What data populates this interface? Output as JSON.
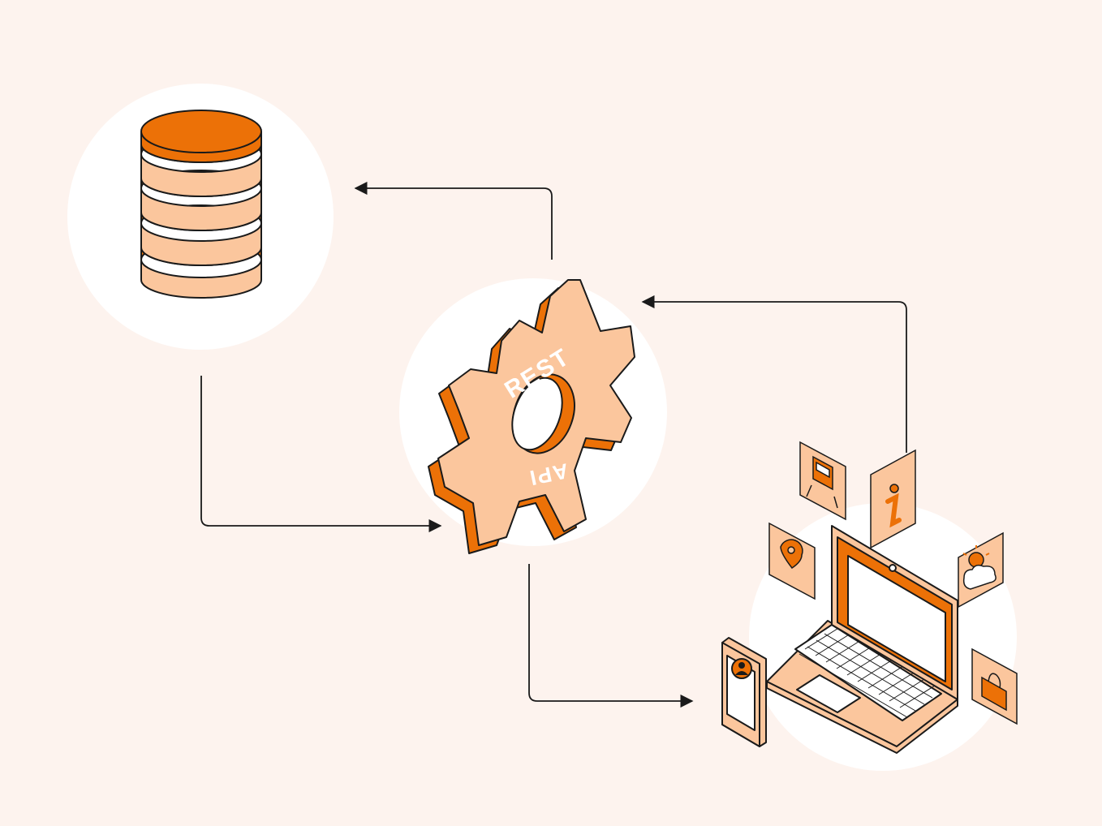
{
  "diagram": {
    "nodes": [
      {
        "id": "database",
        "icon": "database-icon"
      },
      {
        "id": "rest-api",
        "icon": "gear-icon",
        "label_top": "REST",
        "label_bottom": "API"
      },
      {
        "id": "clients",
        "icon": "laptop-icon"
      }
    ],
    "edges": [
      {
        "from": "rest-api",
        "to": "database"
      },
      {
        "from": "database",
        "to": "rest-api"
      },
      {
        "from": "clients",
        "to": "rest-api"
      },
      {
        "from": "rest-api",
        "to": "clients"
      }
    ],
    "client_icons": [
      "train-icon",
      "info-icon",
      "location-pin-icon",
      "weather-icon",
      "shopping-bag-icon",
      "user-icon"
    ]
  },
  "colors": {
    "background": "#fdf3ee",
    "accent": "#ec7107",
    "light": "#fbc69d",
    "circle": "#ffffff",
    "stroke": "#1a1a1a"
  }
}
